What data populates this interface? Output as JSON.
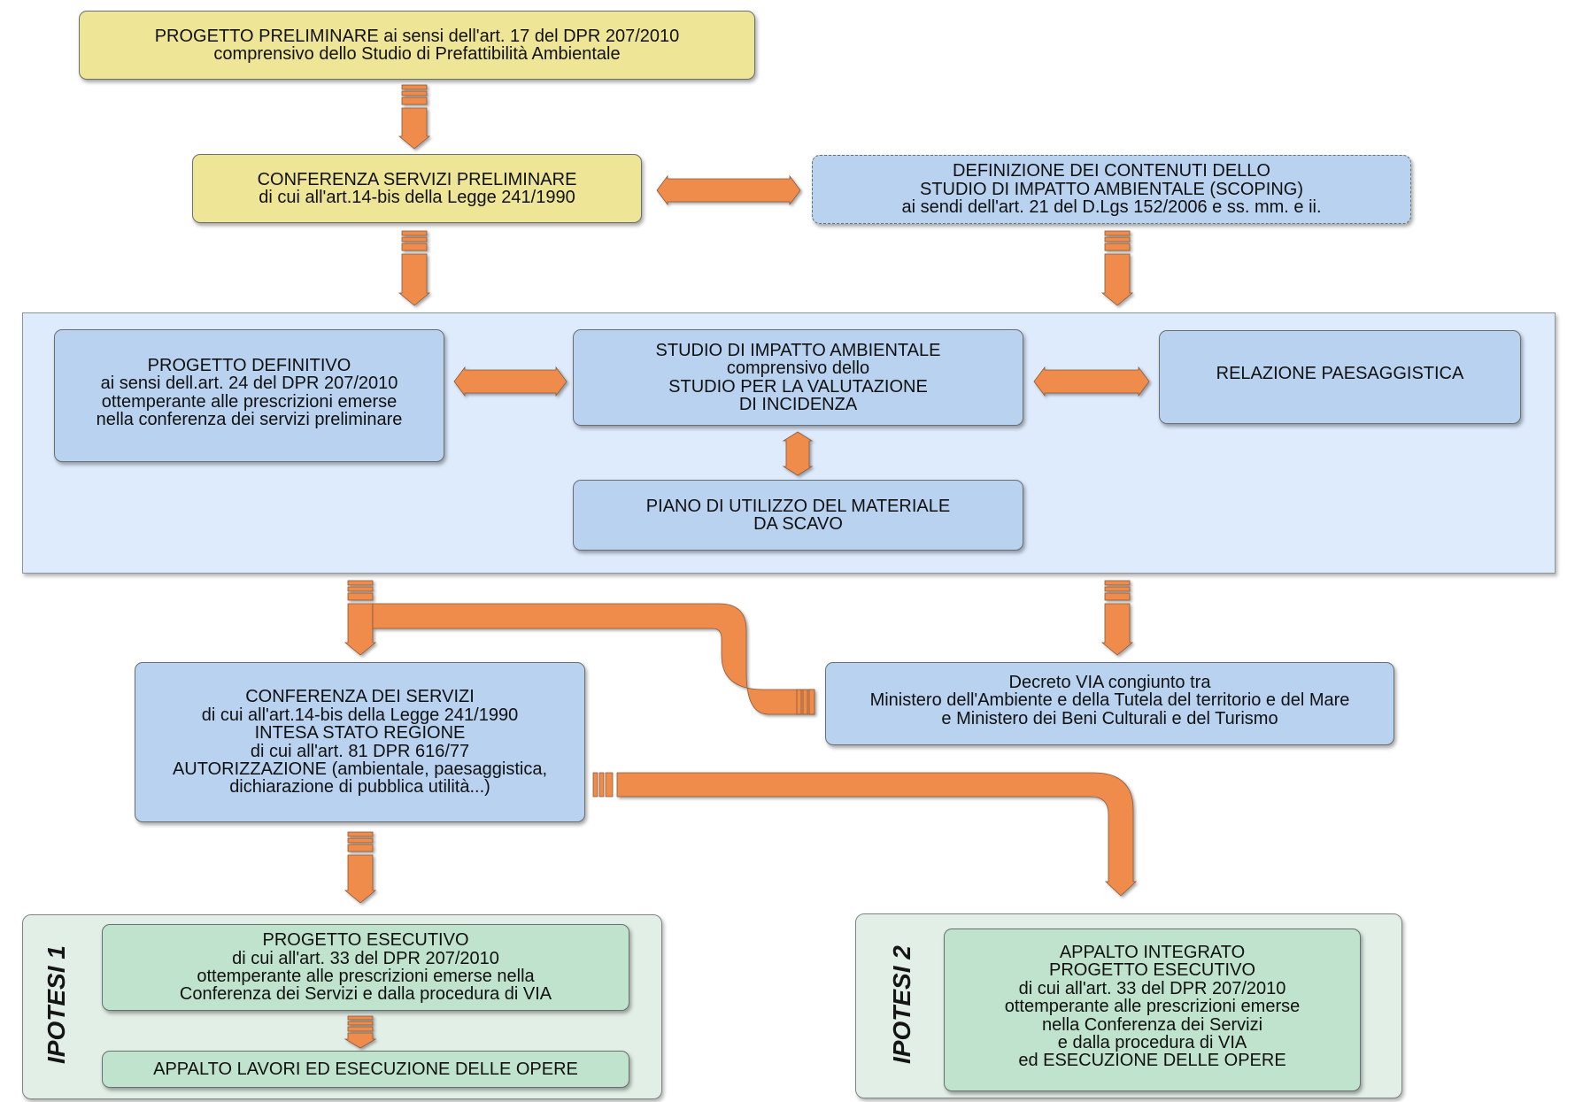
{
  "colors": {
    "arrow": "#ef8c4c",
    "yellow_box": "#efe596",
    "blue_box": "#b9d2f0",
    "green_box": "#bfe3cc",
    "blue_panel": "#deebfc",
    "green_panel": "#e2efe7"
  },
  "nodes": {
    "progetto_preliminare": {
      "lines": [
        "PROGETTO PRELIMINARE ai sensi dell'art. 17 del DPR 207/2010",
        "comprensivo dello Studio di Prefattibilità Ambientale"
      ]
    },
    "conferenza_preliminare": {
      "lines": [
        "CONFERENZA SERVIZI PRELIMINARE",
        "di cui all'art.14-bis della Legge 241/1990"
      ]
    },
    "scoping": {
      "lines": [
        "DEFINIZIONE DEI CONTENUTI DELLO",
        "STUDIO DI IMPATTO AMBIENTALE (SCOPING)",
        "ai sendi dell'art. 21 del D.Lgs 152/2006 e ss. mm. e ii."
      ]
    },
    "progetto_definitivo": {
      "lines": [
        "PROGETTO DEFINITIVO",
        "ai sensi dell.art. 24 del DPR 207/2010",
        "ottemperante alle prescrizioni emerse",
        "nella conferenza dei servizi preliminare"
      ]
    },
    "studio_impatto": {
      "lines": [
        "STUDIO DI IMPATTO AMBIENTALE",
        "comprensivo dello",
        "STUDIO PER LA VALUTAZIONE",
        "DI INCIDENZA"
      ]
    },
    "relazione_paesaggistica": {
      "lines": [
        "RELAZIONE PAESAGGISTICA"
      ]
    },
    "piano_utilizzo": {
      "lines": [
        "PIANO DI UTILIZZO DEL MATERIALE",
        "DA SCAVO"
      ]
    },
    "conferenza_servizi": {
      "lines": [
        "CONFERENZA DEI SERVIZI",
        "di cui all'art.14-bis della Legge 241/1990",
        "INTESA STATO REGIONE",
        "di cui all'art. 81 DPR 616/77",
        "AUTORIZZAZIONE (ambientale, paesaggistica,",
        "dichiarazione di pubblica utilità...)"
      ]
    },
    "decreto_via": {
      "lines": [
        "Decreto VIA congiunto tra",
        "Ministero dell'Ambiente e della Tutela del territorio e del Mare",
        "e Ministero dei Beni Culturali e del Turismo"
      ]
    },
    "ipotesi1": {
      "label": "IPOTESI 1",
      "progetto_esecutivo": {
        "lines": [
          "PROGETTO ESECUTIVO",
          "di cui all'art. 33 del DPR 207/2010",
          "ottemperante alle prescrizioni emerse nella",
          "Conferenza dei Servizi e dalla procedura di VIA"
        ]
      },
      "appalto_lavori": {
        "lines": [
          "APPALTO LAVORI ED ESECUZIONE DELLE OPERE"
        ]
      }
    },
    "ipotesi2": {
      "label": "IPOTESI 2",
      "appalto_integrato": {
        "lines": [
          "APPALTO INTEGRATO",
          "PROGETTO ESECUTIVO",
          "di cui all'art. 33 del DPR 207/2010",
          "ottemperante alle prescrizioni emerse",
          "nella Conferenza dei Servizi",
          "e dalla procedura di VIA",
          "ed ESECUZIONE DELLE OPERE"
        ]
      }
    }
  },
  "edges": [
    {
      "from": "progetto_preliminare",
      "to": "conferenza_preliminare",
      "type": "arrow"
    },
    {
      "from": "conferenza_preliminare",
      "to": "scoping",
      "type": "bidirectional"
    },
    {
      "from": "conferenza_preliminare",
      "to": "progetto_definitivo_group",
      "type": "arrow"
    },
    {
      "from": "scoping",
      "to": "progetto_definitivo_group",
      "type": "arrow"
    },
    {
      "from": "progetto_definitivo",
      "to": "studio_impatto",
      "type": "bidirectional"
    },
    {
      "from": "studio_impatto",
      "to": "relazione_paesaggistica",
      "type": "bidirectional"
    },
    {
      "from": "studio_impatto",
      "to": "piano_utilizzo",
      "type": "bidirectional"
    },
    {
      "from": "progetto_definitivo_group",
      "to": "conferenza_servizi",
      "type": "arrow"
    },
    {
      "from": "decreto_via",
      "to": "conferenza_servizi",
      "type": "connector"
    },
    {
      "from": "progetto_definitivo_group",
      "to": "decreto_via",
      "type": "arrow"
    },
    {
      "from": "conferenza_servizi",
      "to": "ipotesi1",
      "type": "arrow"
    },
    {
      "from": "conferenza_servizi",
      "to": "ipotesi2",
      "type": "arrow"
    },
    {
      "from": "ipotesi1.progetto_esecutivo",
      "to": "ipotesi1.appalto_lavori",
      "type": "arrow"
    }
  ]
}
